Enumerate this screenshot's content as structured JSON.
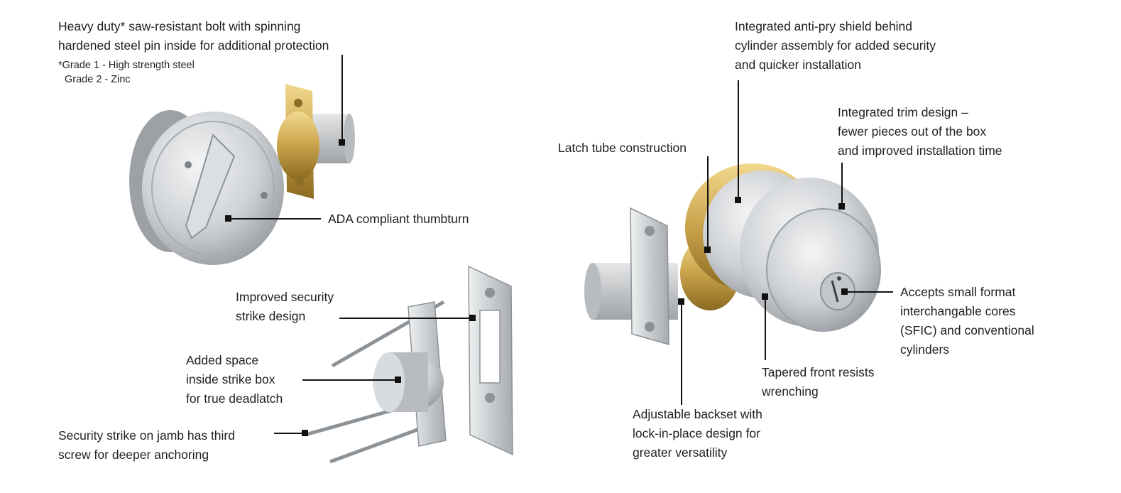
{
  "callouts": {
    "bolt": {
      "lines": [
        "Heavy duty* saw-resistant bolt with spinning",
        "hardened steel pin inside for additional protection"
      ]
    },
    "grade_note": {
      "lines": [
        "*Grade 1 - High strength steel",
        "Grade 2 - Zinc"
      ]
    },
    "thumbturn": {
      "text": "ADA compliant thumbturn"
    },
    "strike_design": {
      "lines": [
        "Improved security",
        "strike design"
      ]
    },
    "strike_box": {
      "lines": [
        "Added space",
        "inside strike box",
        "for true deadlatch"
      ]
    },
    "jamb_screw": {
      "lines": [
        "Security strike on jamb has third",
        "screw for deeper anchoring"
      ]
    },
    "anti_pry": {
      "lines": [
        "Integrated anti-pry shield behind",
        "cylinder assembly for added security",
        "and quicker installation"
      ]
    },
    "trim": {
      "lines": [
        "Integrated trim design –",
        "fewer pieces out of the box",
        "and improved installation time"
      ]
    },
    "latch_tube": {
      "text": "Latch tube construction"
    },
    "cores": {
      "lines": [
        "Accepts small format",
        "interchangable cores",
        "(SFIC) and conventional",
        "cylinders"
      ]
    },
    "tapered": {
      "lines": [
        "Tapered front resists",
        "wrenching"
      ]
    },
    "backset": {
      "lines": [
        "Adjustable backset with",
        "lock-in-place design for",
        "greater versatility"
      ]
    }
  },
  "colors": {
    "text": "#1f1f1f",
    "leader": "#111111",
    "brass": "#c9a24a",
    "steel": "#c4c8cc"
  }
}
